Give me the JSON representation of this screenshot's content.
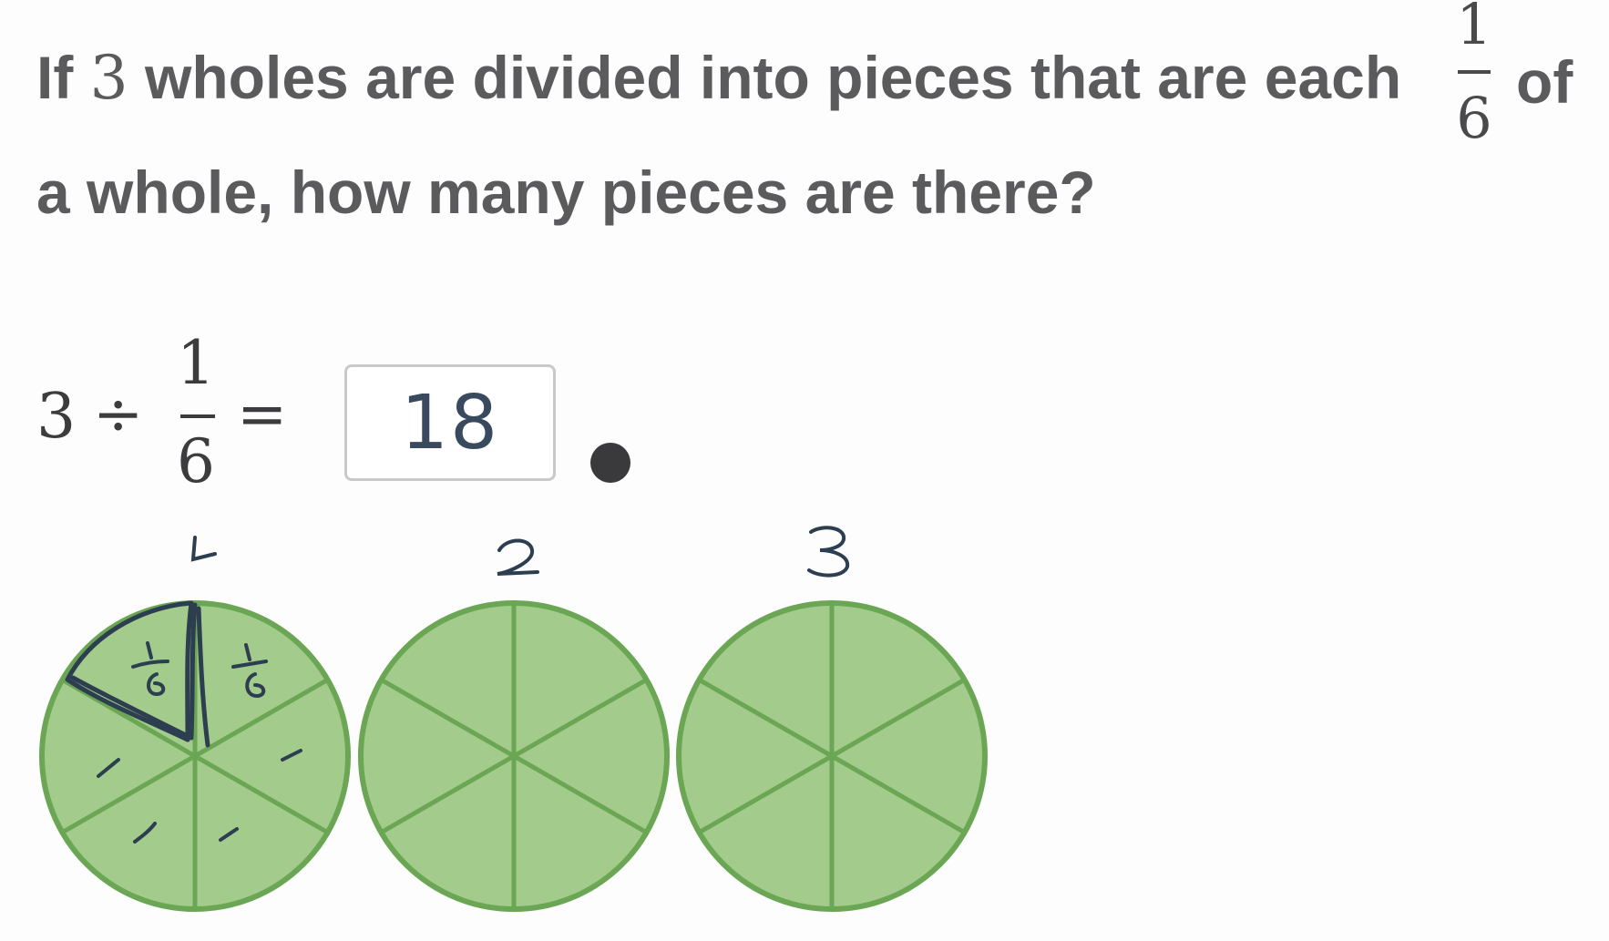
{
  "question": {
    "line1_prefix": "If",
    "line1_number": "3",
    "line1_rest": "wholes are divided into pieces that are each",
    "fraction_numerator": "1",
    "fraction_denominator": "6",
    "line1_suffix": "of",
    "line2": "a whole, how many pieces are there?"
  },
  "equation": {
    "dividend": "3",
    "operator": "÷",
    "fraction_numerator": "1",
    "fraction_denominator": "6",
    "equals": "=",
    "answer_value": "18"
  },
  "circles": [
    {
      "label": "1",
      "slices": 6
    },
    {
      "label": "2",
      "slices": 6
    },
    {
      "label": "3",
      "slices": 6
    }
  ],
  "annotations": {
    "slice_label_a": "1/6",
    "slice_label_b": "1/6"
  },
  "colors": {
    "question_text": "#5b5b5d",
    "circle_fill": "#a3cb8b",
    "circle_stroke": "#6aa653",
    "ink": "#2c3e50",
    "answer_box_border": "#c9c9cb",
    "cursor_dot": "#3a3a3c"
  }
}
